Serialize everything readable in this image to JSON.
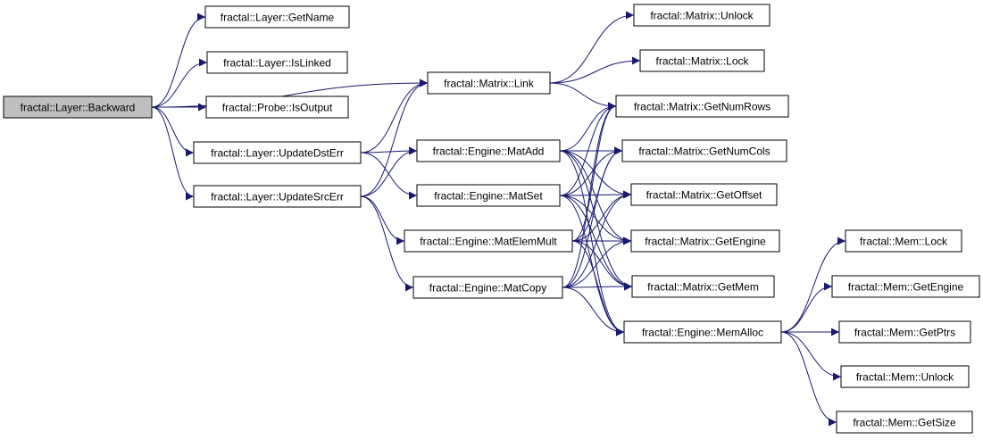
{
  "diagram": {
    "type": "call-graph",
    "colors": {
      "edge": "#191970",
      "root_fill": "#bfbfbf",
      "node_fill": "#ffffff",
      "node_border": "#000000"
    },
    "nodes": [
      {
        "id": "backward",
        "label": "fractal::Layer::Backward",
        "root": true
      },
      {
        "id": "getname",
        "label": "fractal::Layer::GetName"
      },
      {
        "id": "islinked",
        "label": "fractal::Layer::IsLinked"
      },
      {
        "id": "isoutput",
        "label": "fractal::Probe::IsOutput"
      },
      {
        "id": "updatedsterr",
        "label": "fractal::Layer::UpdateDstErr"
      },
      {
        "id": "updatesrcerr",
        "label": "fractal::Layer::UpdateSrcErr"
      },
      {
        "id": "matlink",
        "label": "fractal::Matrix::Link"
      },
      {
        "id": "matadd",
        "label": "fractal::Engine::MatAdd"
      },
      {
        "id": "matset",
        "label": "fractal::Engine::MatSet"
      },
      {
        "id": "matelemmult",
        "label": "fractal::Engine::MatElemMult"
      },
      {
        "id": "matcopy",
        "label": "fractal::Engine::MatCopy"
      },
      {
        "id": "unlock",
        "label": "fractal::Matrix::Unlock"
      },
      {
        "id": "lock",
        "label": "fractal::Matrix::Lock"
      },
      {
        "id": "getnumrows",
        "label": "fractal::Matrix::GetNumRows"
      },
      {
        "id": "getnumcols",
        "label": "fractal::Matrix::GetNumCols"
      },
      {
        "id": "getoffset",
        "label": "fractal::Matrix::GetOffset"
      },
      {
        "id": "getengine",
        "label": "fractal::Matrix::GetEngine"
      },
      {
        "id": "getmem",
        "label": "fractal::Matrix::GetMem"
      },
      {
        "id": "memalloc",
        "label": "fractal::Engine::MemAlloc"
      },
      {
        "id": "memlock",
        "label": "fractal::Mem::Lock"
      },
      {
        "id": "memgetengine",
        "label": "fractal::Mem::GetEngine"
      },
      {
        "id": "memgetptrs",
        "label": "fractal::Mem::GetPtrs"
      },
      {
        "id": "memunlock",
        "label": "fractal::Mem::Unlock"
      },
      {
        "id": "memgetsize",
        "label": "fractal::Mem::GetSize"
      }
    ],
    "edges": [
      [
        "backward",
        "getname"
      ],
      [
        "backward",
        "islinked"
      ],
      [
        "backward",
        "isoutput"
      ],
      [
        "backward",
        "updatedsterr"
      ],
      [
        "backward",
        "updatesrcerr"
      ],
      [
        "backward",
        "matlink"
      ],
      [
        "updatedsterr",
        "matlink"
      ],
      [
        "updatedsterr",
        "matadd"
      ],
      [
        "updatedsterr",
        "matset"
      ],
      [
        "updatesrcerr",
        "matlink"
      ],
      [
        "updatesrcerr",
        "matadd"
      ],
      [
        "updatesrcerr",
        "matelemmult"
      ],
      [
        "updatesrcerr",
        "matcopy"
      ],
      [
        "matlink",
        "unlock"
      ],
      [
        "matlink",
        "lock"
      ],
      [
        "matlink",
        "getnumrows"
      ],
      [
        "matadd",
        "getnumrows"
      ],
      [
        "matadd",
        "getnumcols"
      ],
      [
        "matadd",
        "getoffset"
      ],
      [
        "matadd",
        "getengine"
      ],
      [
        "matadd",
        "getmem"
      ],
      [
        "matadd",
        "memalloc"
      ],
      [
        "matset",
        "getnumrows"
      ],
      [
        "matset",
        "getnumcols"
      ],
      [
        "matset",
        "getoffset"
      ],
      [
        "matset",
        "getengine"
      ],
      [
        "matset",
        "getmem"
      ],
      [
        "matset",
        "memalloc"
      ],
      [
        "matelemmult",
        "getnumrows"
      ],
      [
        "matelemmult",
        "getnumcols"
      ],
      [
        "matelemmult",
        "getoffset"
      ],
      [
        "matelemmult",
        "getengine"
      ],
      [
        "matelemmult",
        "getmem"
      ],
      [
        "matelemmult",
        "memalloc"
      ],
      [
        "matcopy",
        "getnumrows"
      ],
      [
        "matcopy",
        "getnumcols"
      ],
      [
        "matcopy",
        "getoffset"
      ],
      [
        "matcopy",
        "getengine"
      ],
      [
        "matcopy",
        "getmem"
      ],
      [
        "matcopy",
        "memalloc"
      ],
      [
        "memalloc",
        "memlock"
      ],
      [
        "memalloc",
        "memgetengine"
      ],
      [
        "memalloc",
        "memgetptrs"
      ],
      [
        "memalloc",
        "memunlock"
      ],
      [
        "memalloc",
        "memgetsize"
      ]
    ]
  }
}
